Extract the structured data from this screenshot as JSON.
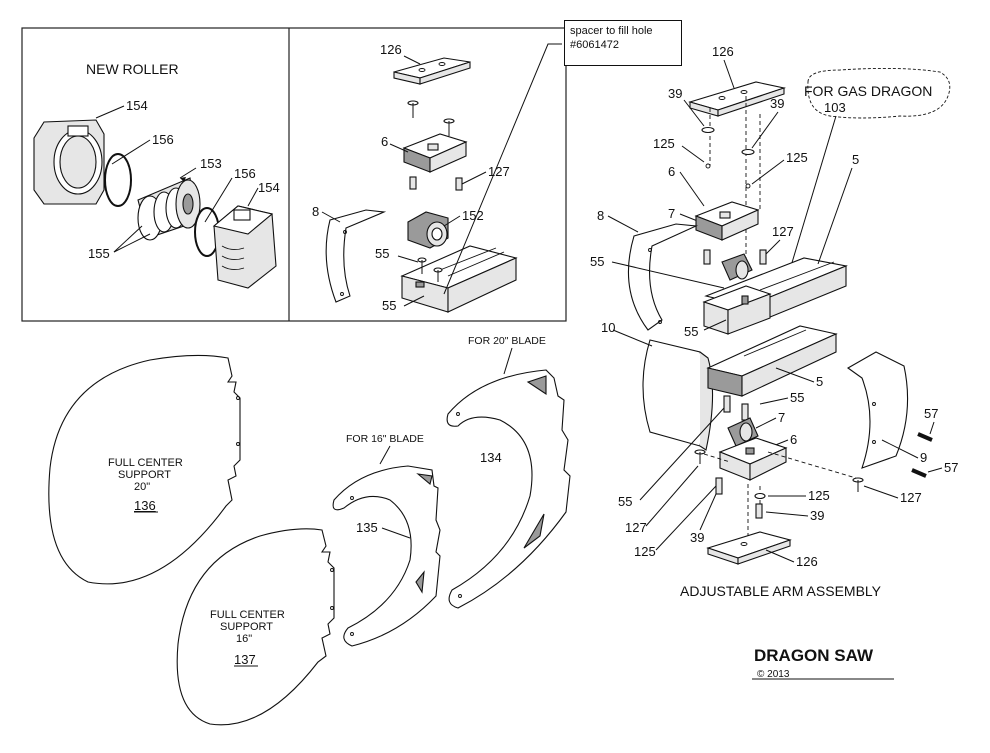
{
  "labels": {
    "new_roller": "NEW ROLLER",
    "for_gas_dragon": "FOR GAS DRAGON",
    "for_20_blade": "FOR 20\" BLADE",
    "for_16_blade": "FOR 16\" BLADE",
    "adjustable_arm": "ADJUSTABLE ARM ASSEMBLY",
    "dragon_saw": "DRAGON SAW",
    "copyright": "© 2013",
    "support20_l1": "FULL CENTER",
    "support20_l2": "SUPPORT",
    "support20_l3": "20\"",
    "support20_num": "136",
    "support16_l1": "FULL CENTER",
    "support16_l2": "SUPPORT",
    "support16_l3": "16\"",
    "support16_num": "137"
  },
  "note": {
    "line1": "spacer to fill hole",
    "line2": "#6061472"
  },
  "part_numbers": {
    "p154a": "154",
    "p156a": "156",
    "p153": "153",
    "p156b": "156",
    "p154b": "154",
    "p155": "155",
    "p126a": "126",
    "p6a": "6",
    "p127a": "127",
    "p8a": "8",
    "p152": "152",
    "p55a": "55",
    "p55b": "55",
    "p126b": "126",
    "p39a": "39",
    "p39b": "39",
    "p103": "103",
    "p125a": "125",
    "p125b": "125",
    "p5a": "5",
    "p6b": "6",
    "p7a": "7",
    "p127b": "127",
    "p8b": "8",
    "p55c": "55",
    "p55d": "55",
    "p10": "10",
    "p5b": "5",
    "p55e": "55",
    "p7b": "7",
    "p6c": "6",
    "p57a": "57",
    "p57b": "57",
    "p9": "9",
    "p127c": "127",
    "p125c": "125",
    "p39c": "39",
    "p55f": "55",
    "p127d": "127",
    "p125d": "125",
    "p39d": "39",
    "p126c": "126",
    "p134": "134",
    "p135": "135"
  }
}
